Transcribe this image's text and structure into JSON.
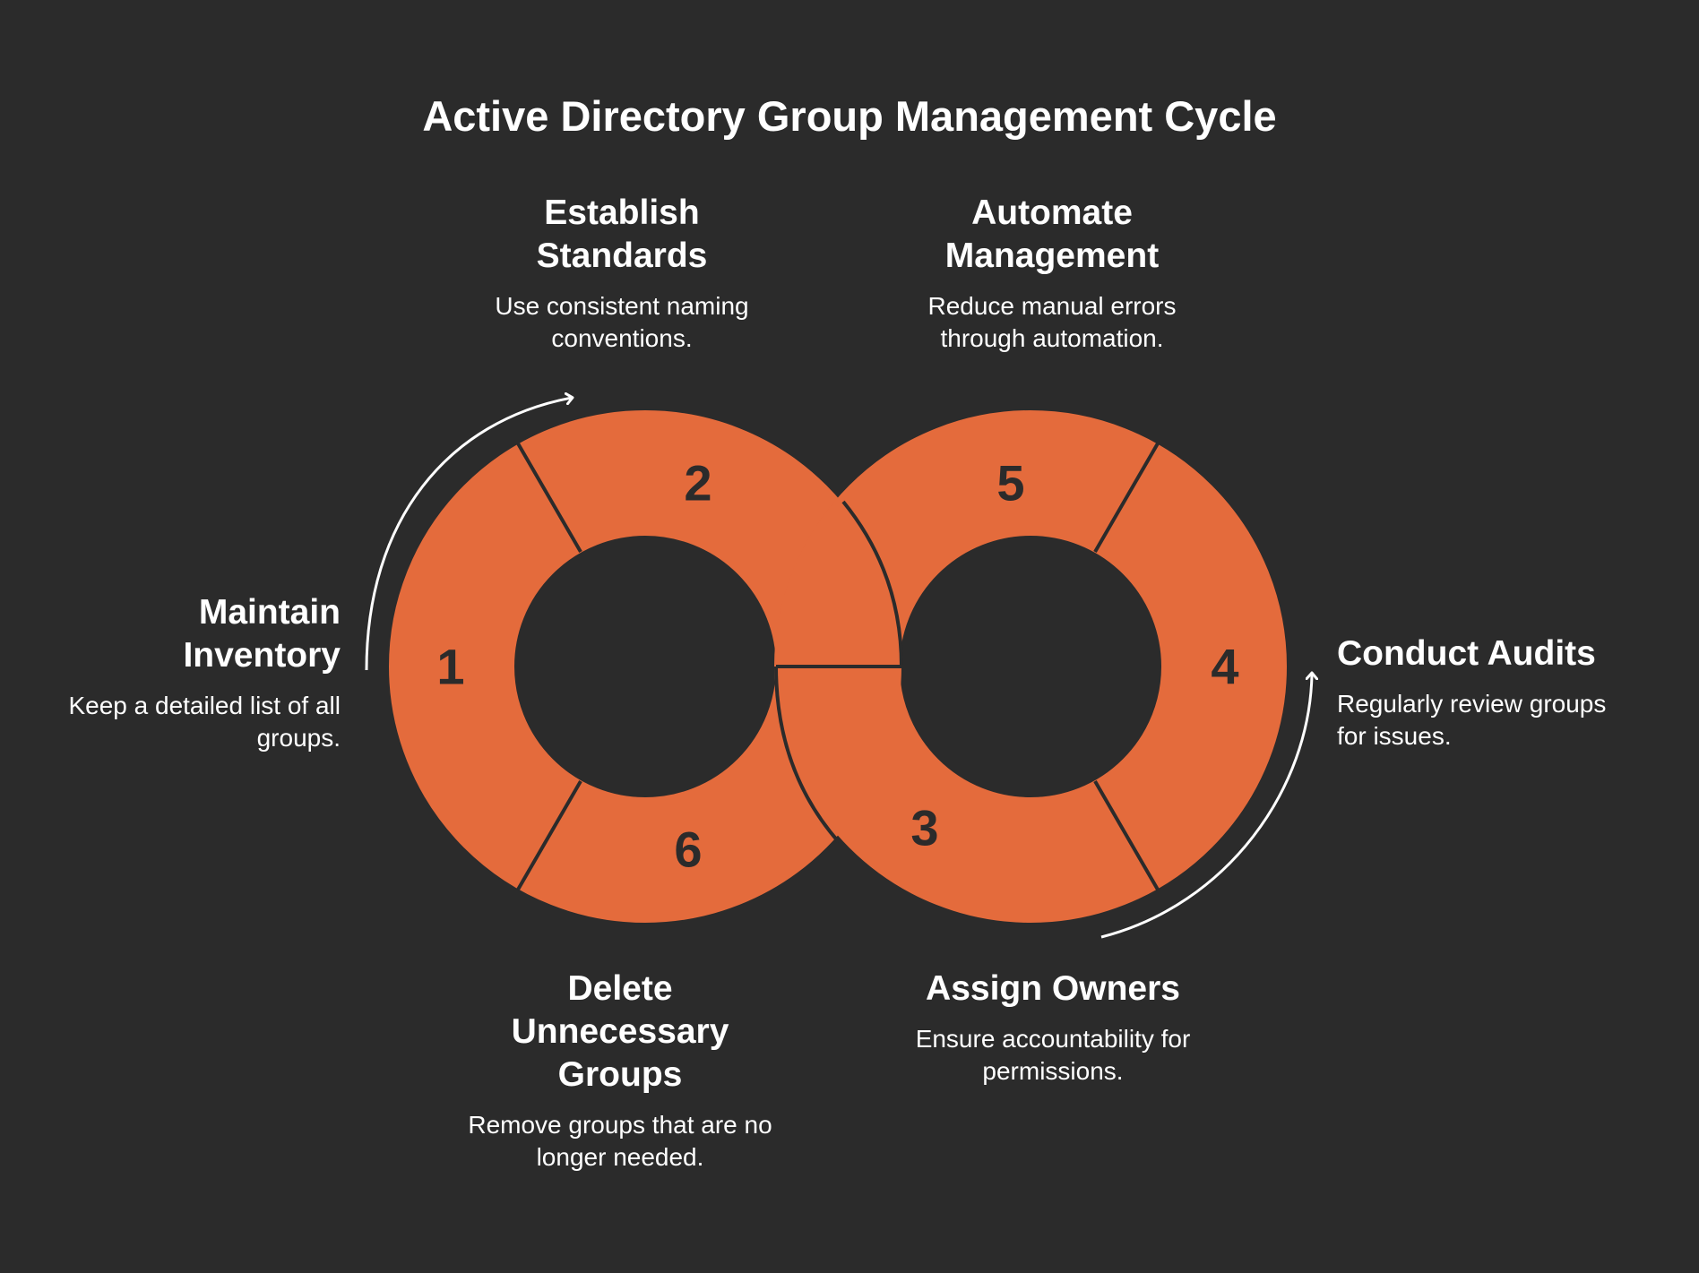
{
  "title": "Active Directory Group Management Cycle",
  "colors": {
    "background": "#2b2b2b",
    "segment": "#e46b3c",
    "text": "#ffffff",
    "number": "#2b2b2b"
  },
  "steps": [
    {
      "number": "1",
      "title": "Maintain Inventory",
      "description": "Keep a detailed list of all groups."
    },
    {
      "number": "2",
      "title": "Establish Standards",
      "description": "Use consistent naming conventions."
    },
    {
      "number": "3",
      "title": "Assign Owners",
      "description": "Ensure accountability for permissions."
    },
    {
      "number": "4",
      "title": "Conduct Audits",
      "description": "Regularly review groups for issues."
    },
    {
      "number": "5",
      "title": "Automate Management",
      "description": "Reduce manual errors through automation."
    },
    {
      "number": "6",
      "title": "Delete Unnecessary Groups",
      "description": "Remove groups that are no longer needed."
    }
  ]
}
